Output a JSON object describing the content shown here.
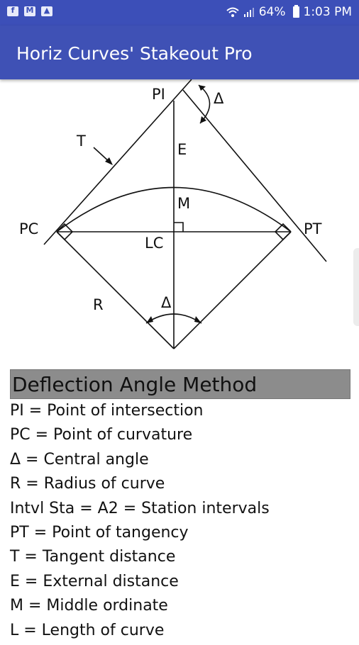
{
  "status_bar": {
    "notification_icons": [
      "facebook-icon",
      "gmail-icon",
      "gallery-icon"
    ],
    "battery": "64%",
    "time": "1:03 PM"
  },
  "app_bar": {
    "title": "Horiz Curves' Stakeout Pro"
  },
  "diagram": {
    "labels": {
      "pi": "PI",
      "delta_top": "Δ",
      "t": "T",
      "e": "E",
      "m": "M",
      "pc": "PC",
      "pt": "PT",
      "lc": "LC",
      "r": "R",
      "delta_bottom": "Δ"
    }
  },
  "section": {
    "header": "Deflection Angle Method"
  },
  "definitions": [
    "PI = Point of intersection",
    "PC = Point of curvature",
    "Δ = Central angle",
    "R = Radius of curve",
    "Intvl Sta = A2 = Station intervals",
    "PT = Point of tangency",
    "T = Tangent distance",
    "E = External distance",
    "M = Middle ordinate",
    "L = Length of curve"
  ]
}
